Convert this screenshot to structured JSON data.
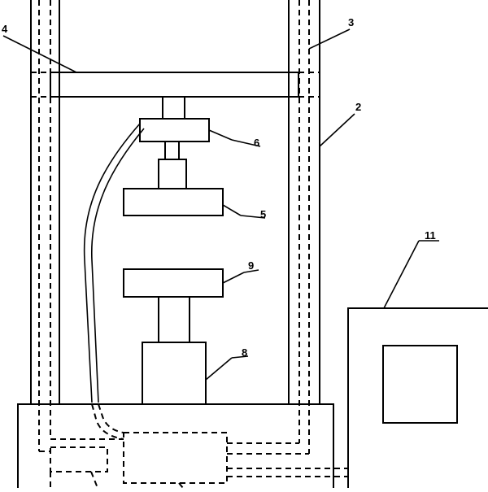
{
  "labels": {
    "l2": "2",
    "l3": "3",
    "l4": "4",
    "l5": "5",
    "l6": "6",
    "l8": "8",
    "l9": "9",
    "l11": "11"
  }
}
